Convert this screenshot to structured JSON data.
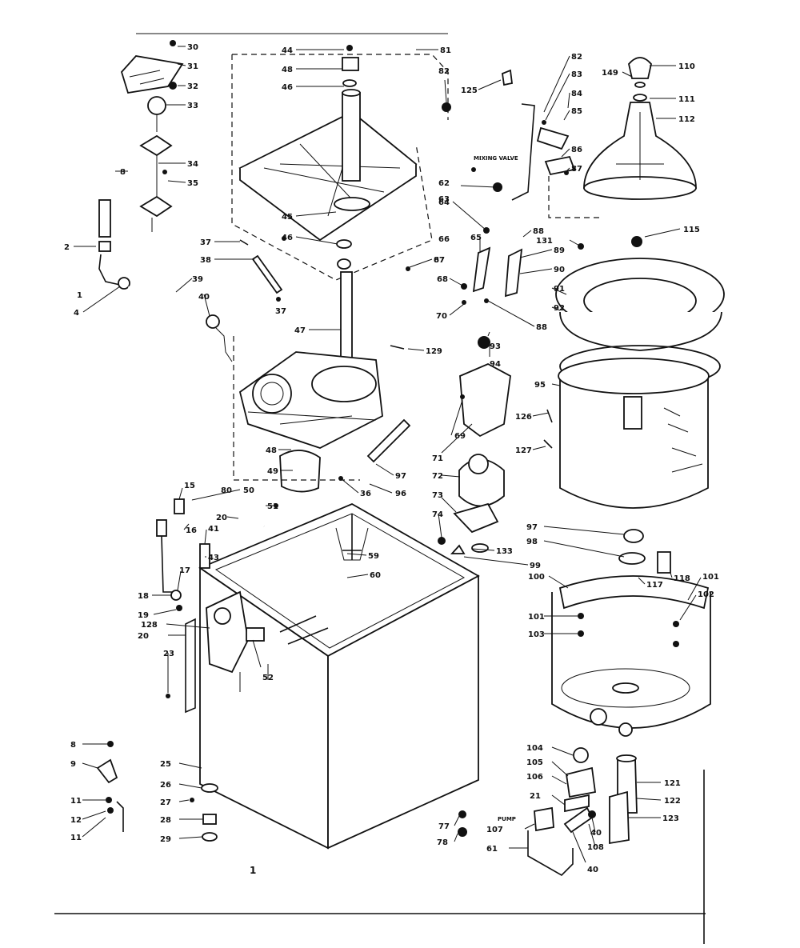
{
  "diagram": {
    "callouts": [
      {
        "id": "c30",
        "text": "30"
      },
      {
        "id": "c31",
        "text": "31"
      },
      {
        "id": "c32",
        "text": "32"
      },
      {
        "id": "c33",
        "text": "33"
      },
      {
        "id": "c34",
        "text": "34"
      },
      {
        "id": "c35",
        "text": "35"
      },
      {
        "id": "c8a",
        "text": "8"
      },
      {
        "id": "c2",
        "text": "2"
      },
      {
        "id": "c1",
        "text": "1"
      },
      {
        "id": "c4",
        "text": "4"
      },
      {
        "id": "c39a",
        "text": "39"
      },
      {
        "id": "c40a",
        "text": "40"
      },
      {
        "id": "c44",
        "text": "44"
      },
      {
        "id": "c48",
        "text": "48"
      },
      {
        "id": "c46a",
        "text": "46"
      },
      {
        "id": "c81",
        "text": "81"
      },
      {
        "id": "c82",
        "text": "82"
      },
      {
        "id": "c45",
        "text": "45"
      },
      {
        "id": "c46b",
        "text": "46"
      },
      {
        "id": "c37a",
        "text": "37"
      },
      {
        "id": "c38",
        "text": "38"
      },
      {
        "id": "c37b",
        "text": "37"
      },
      {
        "id": "c47",
        "text": "47"
      },
      {
        "id": "c129",
        "text": "129"
      },
      {
        "id": "c48b",
        "text": "48"
      },
      {
        "id": "c49",
        "text": "49"
      },
      {
        "id": "c50",
        "text": "50"
      },
      {
        "id": "c51",
        "text": "51"
      },
      {
        "id": "c36",
        "text": "36"
      },
      {
        "id": "c97a",
        "text": "97"
      },
      {
        "id": "c96",
        "text": "96"
      },
      {
        "id": "c125",
        "text": "125"
      },
      {
        "id": "c62a",
        "text": "62"
      },
      {
        "id": "c63",
        "text": "63"
      },
      {
        "id": "c64",
        "text": "64"
      },
      {
        "id": "c65",
        "text": "65"
      },
      {
        "id": "c67",
        "text": "67"
      },
      {
        "id": "c66",
        "text": "66"
      },
      {
        "id": "c87",
        "text": "87"
      },
      {
        "id": "c68",
        "text": "68"
      },
      {
        "id": "c70",
        "text": "70"
      },
      {
        "id": "c93",
        "text": "93"
      },
      {
        "id": "c94",
        "text": "94"
      },
      {
        "id": "c69",
        "text": "69"
      },
      {
        "id": "c71",
        "text": "71"
      },
      {
        "id": "c72",
        "text": "72"
      },
      {
        "id": "c73",
        "text": "73"
      },
      {
        "id": "c74",
        "text": "74"
      },
      {
        "id": "c82b",
        "text": "82"
      },
      {
        "id": "c83",
        "text": "83"
      },
      {
        "id": "c84",
        "text": "84"
      },
      {
        "id": "c85",
        "text": "85"
      },
      {
        "id": "c86",
        "text": "86"
      },
      {
        "id": "c87b",
        "text": "87"
      },
      {
        "id": "c88",
        "text": "88"
      },
      {
        "id": "c131",
        "text": "131"
      },
      {
        "id": "c89",
        "text": "89"
      },
      {
        "id": "c90",
        "text": "90"
      },
      {
        "id": "c91",
        "text": "91"
      },
      {
        "id": "c92",
        "text": "92"
      },
      {
        "id": "c88b",
        "text": "88"
      },
      {
        "id": "c149",
        "text": "149"
      },
      {
        "id": "c110",
        "text": "110"
      },
      {
        "id": "c111",
        "text": "111"
      },
      {
        "id": "c112",
        "text": "112"
      },
      {
        "id": "c115",
        "text": "115"
      },
      {
        "id": "c95",
        "text": "95"
      },
      {
        "id": "c126",
        "text": "126"
      },
      {
        "id": "c127",
        "text": "127"
      },
      {
        "id": "c97b",
        "text": "97"
      },
      {
        "id": "c98",
        "text": "98"
      },
      {
        "id": "c133",
        "text": "133"
      },
      {
        "id": "c99",
        "text": "99"
      },
      {
        "id": "c100",
        "text": "100"
      },
      {
        "id": "c118",
        "text": "118"
      },
      {
        "id": "c117",
        "text": "117"
      },
      {
        "id": "c101a",
        "text": "101"
      },
      {
        "id": "c102",
        "text": "102"
      },
      {
        "id": "c101b",
        "text": "101"
      },
      {
        "id": "c103",
        "text": "103"
      },
      {
        "id": "c15",
        "text": "15"
      },
      {
        "id": "c16",
        "text": "16"
      },
      {
        "id": "c20a",
        "text": "20"
      },
      {
        "id": "c41",
        "text": "41"
      },
      {
        "id": "c43",
        "text": "43"
      },
      {
        "id": "c17",
        "text": "17"
      },
      {
        "id": "c18",
        "text": "18"
      },
      {
        "id": "c19",
        "text": "19"
      },
      {
        "id": "c128",
        "text": "128"
      },
      {
        "id": "c20b",
        "text": "20"
      },
      {
        "id": "c23",
        "text": "23"
      },
      {
        "id": "c59",
        "text": "59"
      },
      {
        "id": "c60",
        "text": "60"
      },
      {
        "id": "c52",
        "text": "52"
      },
      {
        "id": "c80",
        "text": "80"
      },
      {
        "id": "c8b",
        "text": "8"
      },
      {
        "id": "c9",
        "text": "9"
      },
      {
        "id": "c11a",
        "text": "11"
      },
      {
        "id": "c12",
        "text": "12"
      },
      {
        "id": "c11b",
        "text": "11"
      },
      {
        "id": "c25",
        "text": "25"
      },
      {
        "id": "c26",
        "text": "26"
      },
      {
        "id": "c27",
        "text": "27"
      },
      {
        "id": "c28",
        "text": "28"
      },
      {
        "id": "c29",
        "text": "29"
      },
      {
        "id": "c77",
        "text": "77"
      },
      {
        "id": "c78",
        "text": "78"
      },
      {
        "id": "c104",
        "text": "104"
      },
      {
        "id": "c105",
        "text": "105"
      },
      {
        "id": "c106",
        "text": "106"
      },
      {
        "id": "c21",
        "text": "21"
      },
      {
        "id": "c107",
        "text": "107"
      },
      {
        "id": "c61",
        "text": "61"
      },
      {
        "id": "c40b",
        "text": "40"
      },
      {
        "id": "c108",
        "text": "108"
      },
      {
        "id": "c40c",
        "text": "40"
      },
      {
        "id": "c121",
        "text": "121"
      },
      {
        "id": "c122",
        "text": "122"
      },
      {
        "id": "c123",
        "text": "123"
      }
    ],
    "labels": {
      "mixing_valve": "MIXING VALVE",
      "pump": "PUMP",
      "page_mark": "1"
    }
  }
}
